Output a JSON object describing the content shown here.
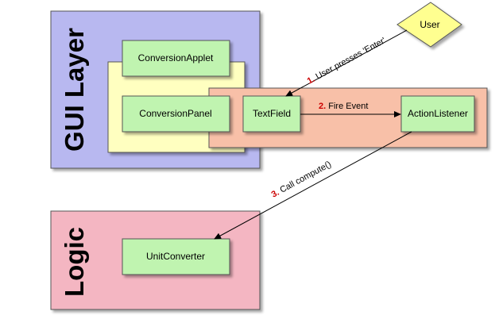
{
  "layers": {
    "gui": {
      "label": "GUI Layer"
    },
    "logic": {
      "label": "Logic"
    }
  },
  "nodes": {
    "user": "User",
    "conversion_applet": "ConversionApplet",
    "conversion_panel": "ConversionPanel",
    "text_field": "TextField",
    "action_listener": "ActionListener",
    "unit_converter": "UnitConverter"
  },
  "edges": [
    {
      "num": "1.",
      "text": " User presses 'Enter'"
    },
    {
      "num": "2.",
      "text": " Fire Event"
    },
    {
      "num": "3.",
      "text": " Call compute()"
    }
  ],
  "colors": {
    "gui_layer": "#b8b8f0",
    "logic_layer": "#f4b6c2",
    "panel_yellow": "#ffffc0",
    "event_region": "#f8c0a8",
    "component_green": "#c0f4b0",
    "user_diamond": "#ffff90",
    "edge_number": "#cc0000"
  }
}
